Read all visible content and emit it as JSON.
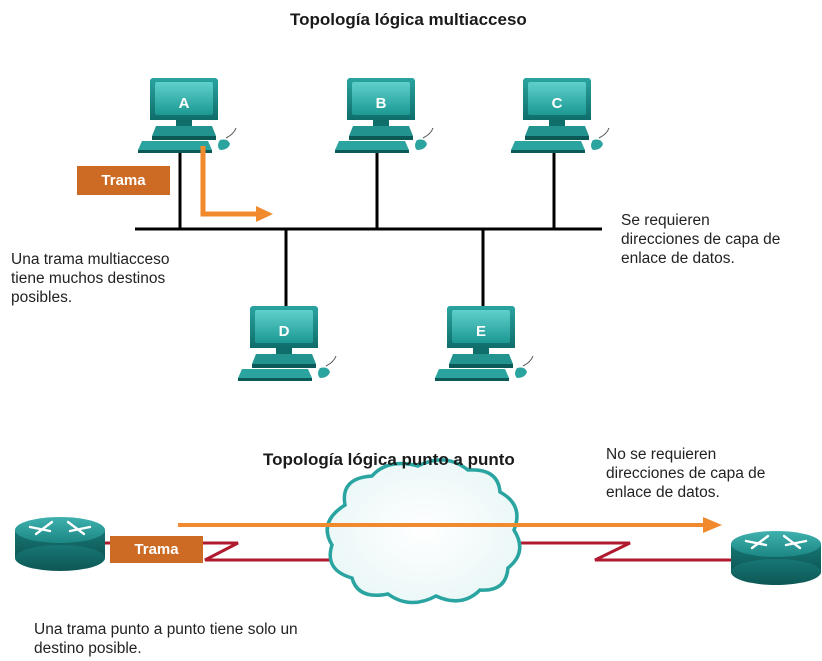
{
  "multiaccess": {
    "title": "Topología lógica multiacceso",
    "hosts": [
      "A",
      "B",
      "C",
      "D",
      "E"
    ],
    "frame_label": "Trama",
    "left_note": [
      "Una trama multiacceso",
      "tiene muchos destinos",
      "posibles."
    ],
    "right_note": [
      "Se requieren",
      "direcciones de capa de",
      "enlace de datos."
    ]
  },
  "point_to_point": {
    "title": "Topología lógica punto a punto",
    "frame_label": "Trama",
    "right_note": [
      "No se requieren",
      "direcciones de capa de",
      "enlace de datos."
    ],
    "bottom_note": [
      "Una trama punto a punto tiene solo un",
      "destino posible."
    ]
  },
  "colors": {
    "computer": "#1f8f8c",
    "frame_arrow": "#f08a2c",
    "frame_tag": "#cd6a24",
    "serial_link": "#b01a2e",
    "bus_line": "#000000"
  },
  "icons": [
    "computer-icon",
    "router-icon",
    "cloud-icon",
    "arrow-icon"
  ]
}
